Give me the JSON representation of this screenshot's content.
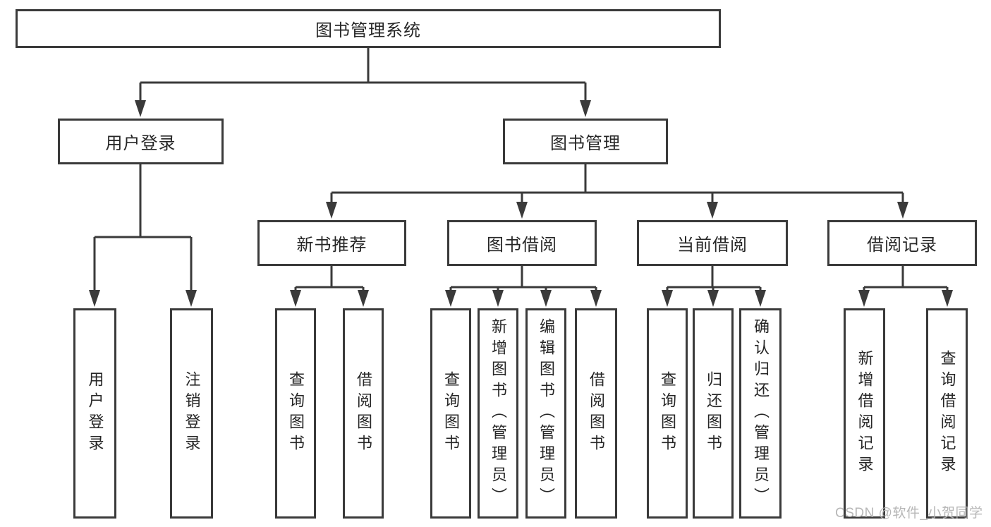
{
  "watermark": "CSDN @软件_小贺同学",
  "colors": {
    "line": "#3a3a3a",
    "box_border": "#3a3a3a",
    "box_fill": "#ffffff",
    "text": "#262626",
    "watermark": "#b1b1b1"
  },
  "connector_style": {
    "type": "orthogonal",
    "arrow": "filled-triangle-down"
  },
  "tree": {
    "label": "图书管理系统",
    "children": [
      {
        "label": "用户登录",
        "children": [
          {
            "label": "用户登录"
          },
          {
            "label": "注销登录"
          }
        ]
      },
      {
        "label": "图书管理",
        "children": [
          {
            "label": "新书推荐",
            "children": [
              {
                "label": "查询图书"
              },
              {
                "label": "借阅图书"
              }
            ]
          },
          {
            "label": "图书借阅",
            "children": [
              {
                "label": "查询图书"
              },
              {
                "label": "新增图书（管理员）"
              },
              {
                "label": "编辑图书（管理员）"
              },
              {
                "label": "借阅图书"
              }
            ]
          },
          {
            "label": "当前借阅",
            "children": [
              {
                "label": "查询图书"
              },
              {
                "label": "归还图书"
              },
              {
                "label": "确认归还（管理员）"
              }
            ]
          },
          {
            "label": "借阅记录",
            "children": [
              {
                "label": "新增借阅记录"
              },
              {
                "label": "查询借阅记录"
              }
            ]
          }
        ]
      }
    ]
  }
}
